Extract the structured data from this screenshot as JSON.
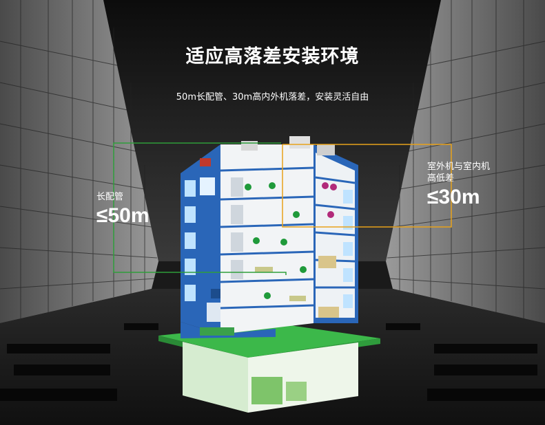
{
  "title": "适应高落差安装环境",
  "subtitle": "50m长配管、30m高内外机落差，安装灵活自由",
  "left_callout": {
    "label": "长配管",
    "value": "≤50m"
  },
  "right_callout": {
    "label_line1": "室外机与室内机",
    "label_line2": "高低差",
    "value": "≤30m"
  },
  "colors": {
    "left_frame": "#2e9e3a",
    "right_frame": "#e8a21a",
    "building_blue": "#1f5fb0",
    "green_floor": "#3cb84a"
  }
}
